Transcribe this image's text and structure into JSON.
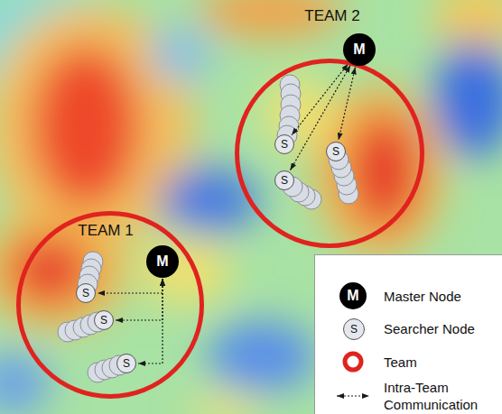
{
  "diagram": {
    "nodes": [
      {
        "text": [
          "TEAM 2"
        ]
      },
      {
        "text": [
          "M"
        ],
        "in": 0
      },
      {
        "text": [
          "S"
        ],
        "in": 0
      },
      {
        "text": [
          "S"
        ],
        "in": 0
      },
      {
        "text": [
          "S"
        ],
        "in": 0
      },
      {
        "text": [
          "TEAM 1"
        ]
      },
      {
        "text": [
          "M"
        ],
        "in": 5
      },
      {
        "text": [
          "S"
        ],
        "in": 5
      },
      {
        "text": [
          "S"
        ],
        "in": 5
      },
      {
        "text": [
          "S"
        ],
        "in": 5
      }
    ],
    "edges": [
      {
        "from": 1,
        "to": 2,
        "arrow": "both"
      },
      {
        "from": 1,
        "to": 3,
        "arrow": "both"
      },
      {
        "from": 1,
        "to": 4,
        "arrow": "both"
      },
      {
        "from": 6,
        "to": 7,
        "arrow": "both"
      },
      {
        "from": 6,
        "to": 8,
        "arrow": "both"
      },
      {
        "from": 6,
        "to": 9,
        "arrow": "both"
      }
    ],
    "labels": [
      "M",
      "S"
    ],
    "legend": [
      {
        "text": "Master Node"
      },
      {
        "text": "Searcher Node"
      },
      {
        "text": "Team"
      },
      {
        "text": "Intra-Team Communication"
      }
    ]
  }
}
